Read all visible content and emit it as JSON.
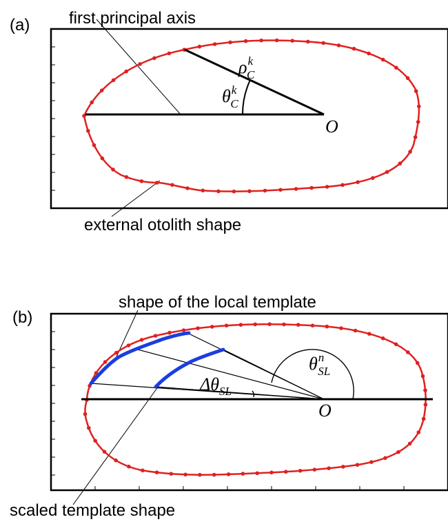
{
  "panel_a": {
    "tag": "(a)",
    "label_axis": "first principal axis",
    "label_shape": "external otolith shape",
    "rho_base": "ρ",
    "rho_sub": "C",
    "rho_sup": "k",
    "theta_base": "θ",
    "theta_sub": "C",
    "theta_sup": "k",
    "origin": "O"
  },
  "panel_b": {
    "tag": "(b)",
    "label_template": "shape of the local template",
    "label_scaled": "scaled template shape",
    "dtheta_delta": "Δ",
    "dtheta_base": "θ",
    "dtheta_sub": "SL",
    "theta_base": "θ",
    "theta_sub": "SL",
    "theta_sup": "n",
    "origin": "O"
  },
  "colors": {
    "contour": "#e02020",
    "template": "#1a3ee0",
    "line": "#000000"
  }
}
